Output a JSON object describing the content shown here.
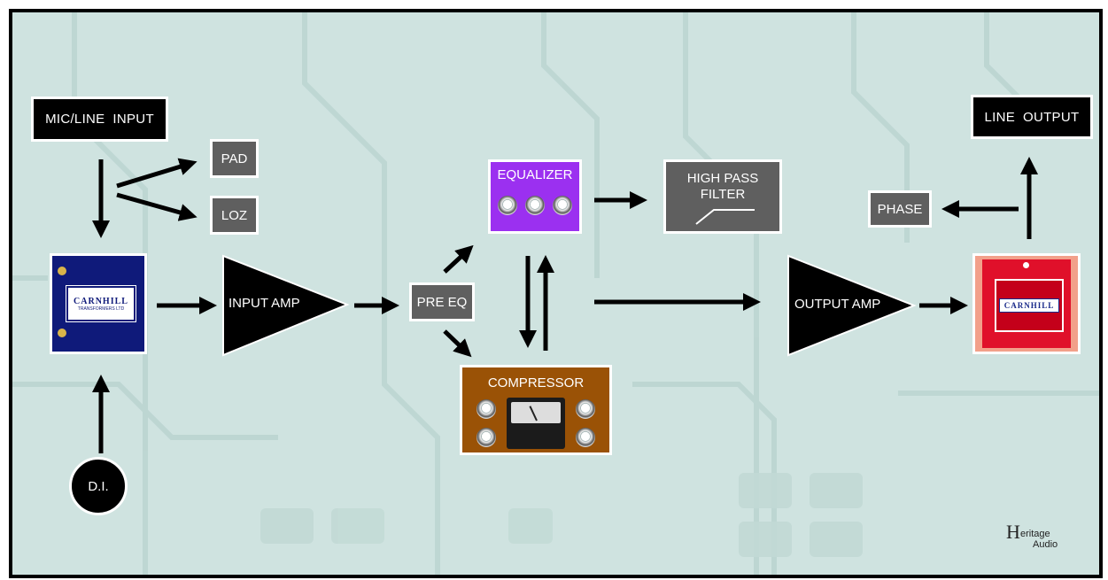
{
  "diagram": {
    "mic_line_input": "MIC/LINE  INPUT",
    "pad": "PAD",
    "loz": "LOZ",
    "transformer_brand": "CARNHILL",
    "transformer_sub": "TRANSFORMERS LTD",
    "input_amp": "INPUT  AMP",
    "pre_eq": "PRE EQ",
    "equalizer": "EQUALIZER",
    "compressor": "COMPRESSOR",
    "high_pass_filter_line1": "HIGH PASS",
    "high_pass_filter_line2": "FILTER",
    "output_amp": "OUTPUT AMP",
    "output_transformer_brand": "CARNHILL",
    "phase": "PHASE",
    "line_output": "LINE  OUTPUT",
    "di": "D.I.",
    "logo_line1": "eritage",
    "logo_line2": "Audio"
  },
  "colors": {
    "background": "#cfe3e0",
    "equalizer": "#9b30f0",
    "compressor": "#9a5206",
    "input_transformer": "#0f1a7a",
    "output_transformer": "#e0102a",
    "block_gray": "#5f5f5f"
  }
}
